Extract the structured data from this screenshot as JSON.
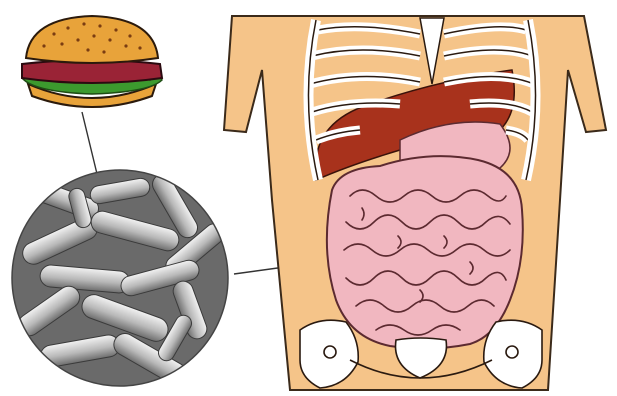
{
  "figure": {
    "panels": [
      {
        "id": "burger",
        "depicts": "hamburger"
      },
      {
        "id": "bacteria",
        "depicts": "microscope-image-of-rod-shaped-bacteria"
      },
      {
        "id": "torso",
        "depicts": "human-torso-with-intestines"
      }
    ],
    "colors": {
      "skin": "#f5c489",
      "skin_outline": "#3b2a1a",
      "bun": "#e8a33a",
      "patty": "#9a2336",
      "lettuce": "#3c9a2e",
      "liver": "#a8321c",
      "intestine": "#f1b7c0",
      "bone": "#ffffff",
      "leader_line": "#333333"
    }
  }
}
